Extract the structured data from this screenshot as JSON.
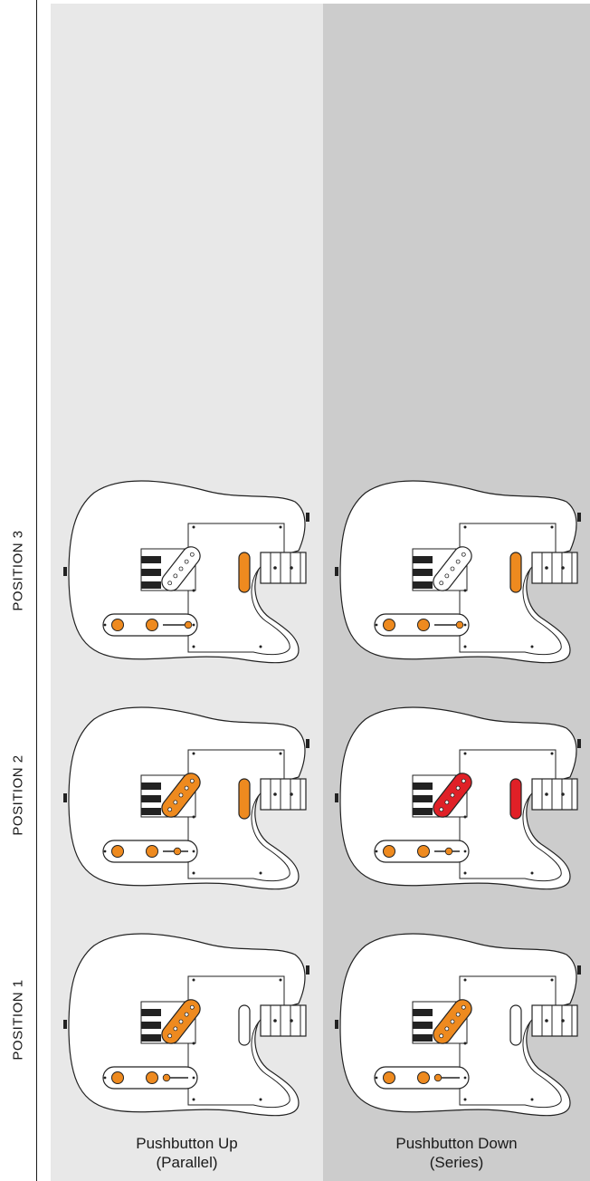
{
  "columns": [
    {
      "line1": "Pushbutton Up",
      "line2": "(Parallel)",
      "background": "#e8e8e8"
    },
    {
      "line1": "Pushbutton Down",
      "line2": "(Series)",
      "background": "#cccccc"
    }
  ],
  "rows": [
    {
      "label": "POSITION 3"
    },
    {
      "label": "POSITION 2"
    },
    {
      "label": "POSITION 1"
    }
  ],
  "colors": {
    "active": "#ee8a1f",
    "series_active": "#e02027",
    "inactive": "#ffffff",
    "outline": "#222222"
  },
  "guitars": [
    {
      "position": "POSITION 3",
      "mode": "Parallel",
      "bridge_pickup": "inactive",
      "neck_pickup": "active",
      "selector_level": 3
    },
    {
      "position": "POSITION 3",
      "mode": "Series",
      "bridge_pickup": "inactive",
      "neck_pickup": "active",
      "selector_level": 3
    },
    {
      "position": "POSITION 2",
      "mode": "Parallel",
      "bridge_pickup": "active",
      "neck_pickup": "active",
      "selector_level": 2
    },
    {
      "position": "POSITION 2",
      "mode": "Series",
      "bridge_pickup": "series_active",
      "neck_pickup": "series_active",
      "selector_level": 2
    },
    {
      "position": "POSITION 1",
      "mode": "Parallel",
      "bridge_pickup": "active",
      "neck_pickup": "inactive",
      "selector_level": 1
    },
    {
      "position": "POSITION 1",
      "mode": "Series",
      "bridge_pickup": "active",
      "neck_pickup": "inactive",
      "selector_level": 1
    }
  ]
}
